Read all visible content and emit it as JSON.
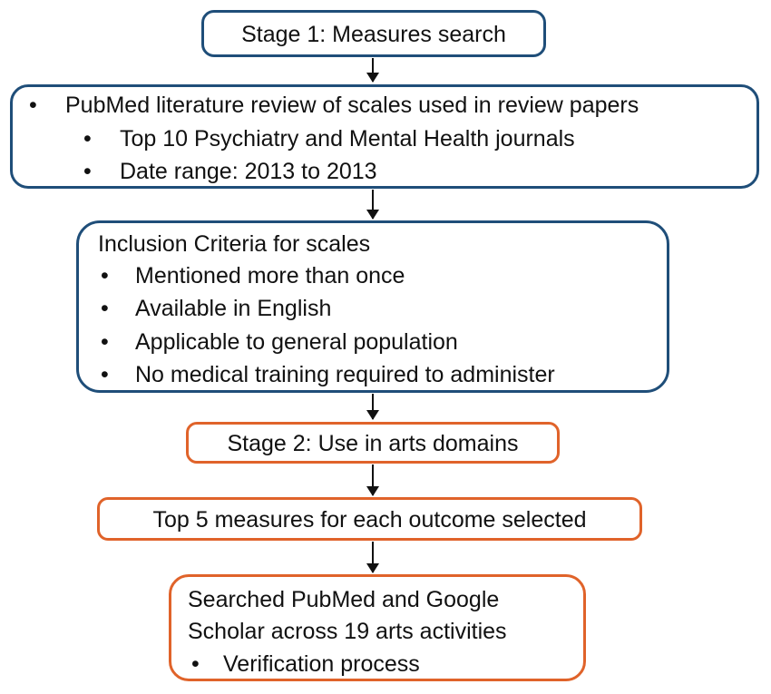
{
  "stage1": {
    "title": "Stage 1: Measures search"
  },
  "pubmed_box": {
    "bullet": "•",
    "items": [
      "PubMed literature review of scales used in review papers",
      "Top 10 Psychiatry and Mental Health journals",
      "Date range: 2013 to 2013"
    ]
  },
  "inclusion_box": {
    "title": "Inclusion Criteria for scales",
    "bullet": "•",
    "items": [
      "Mentioned more than once",
      "Available in English",
      "Applicable to general population",
      "No medical training required to administer"
    ]
  },
  "stage2": {
    "title": "Stage 2: Use in arts domains"
  },
  "top5": {
    "title": "Top 5 measures for each outcome selected"
  },
  "search_box": {
    "lines": [
      "Searched PubMed and Google",
      "Scholar across 19 arts activities"
    ],
    "bullet": "•",
    "item": "Verification process"
  },
  "colors": {
    "blue_border": "#1f4e79",
    "orange_border": "#e0632a"
  }
}
